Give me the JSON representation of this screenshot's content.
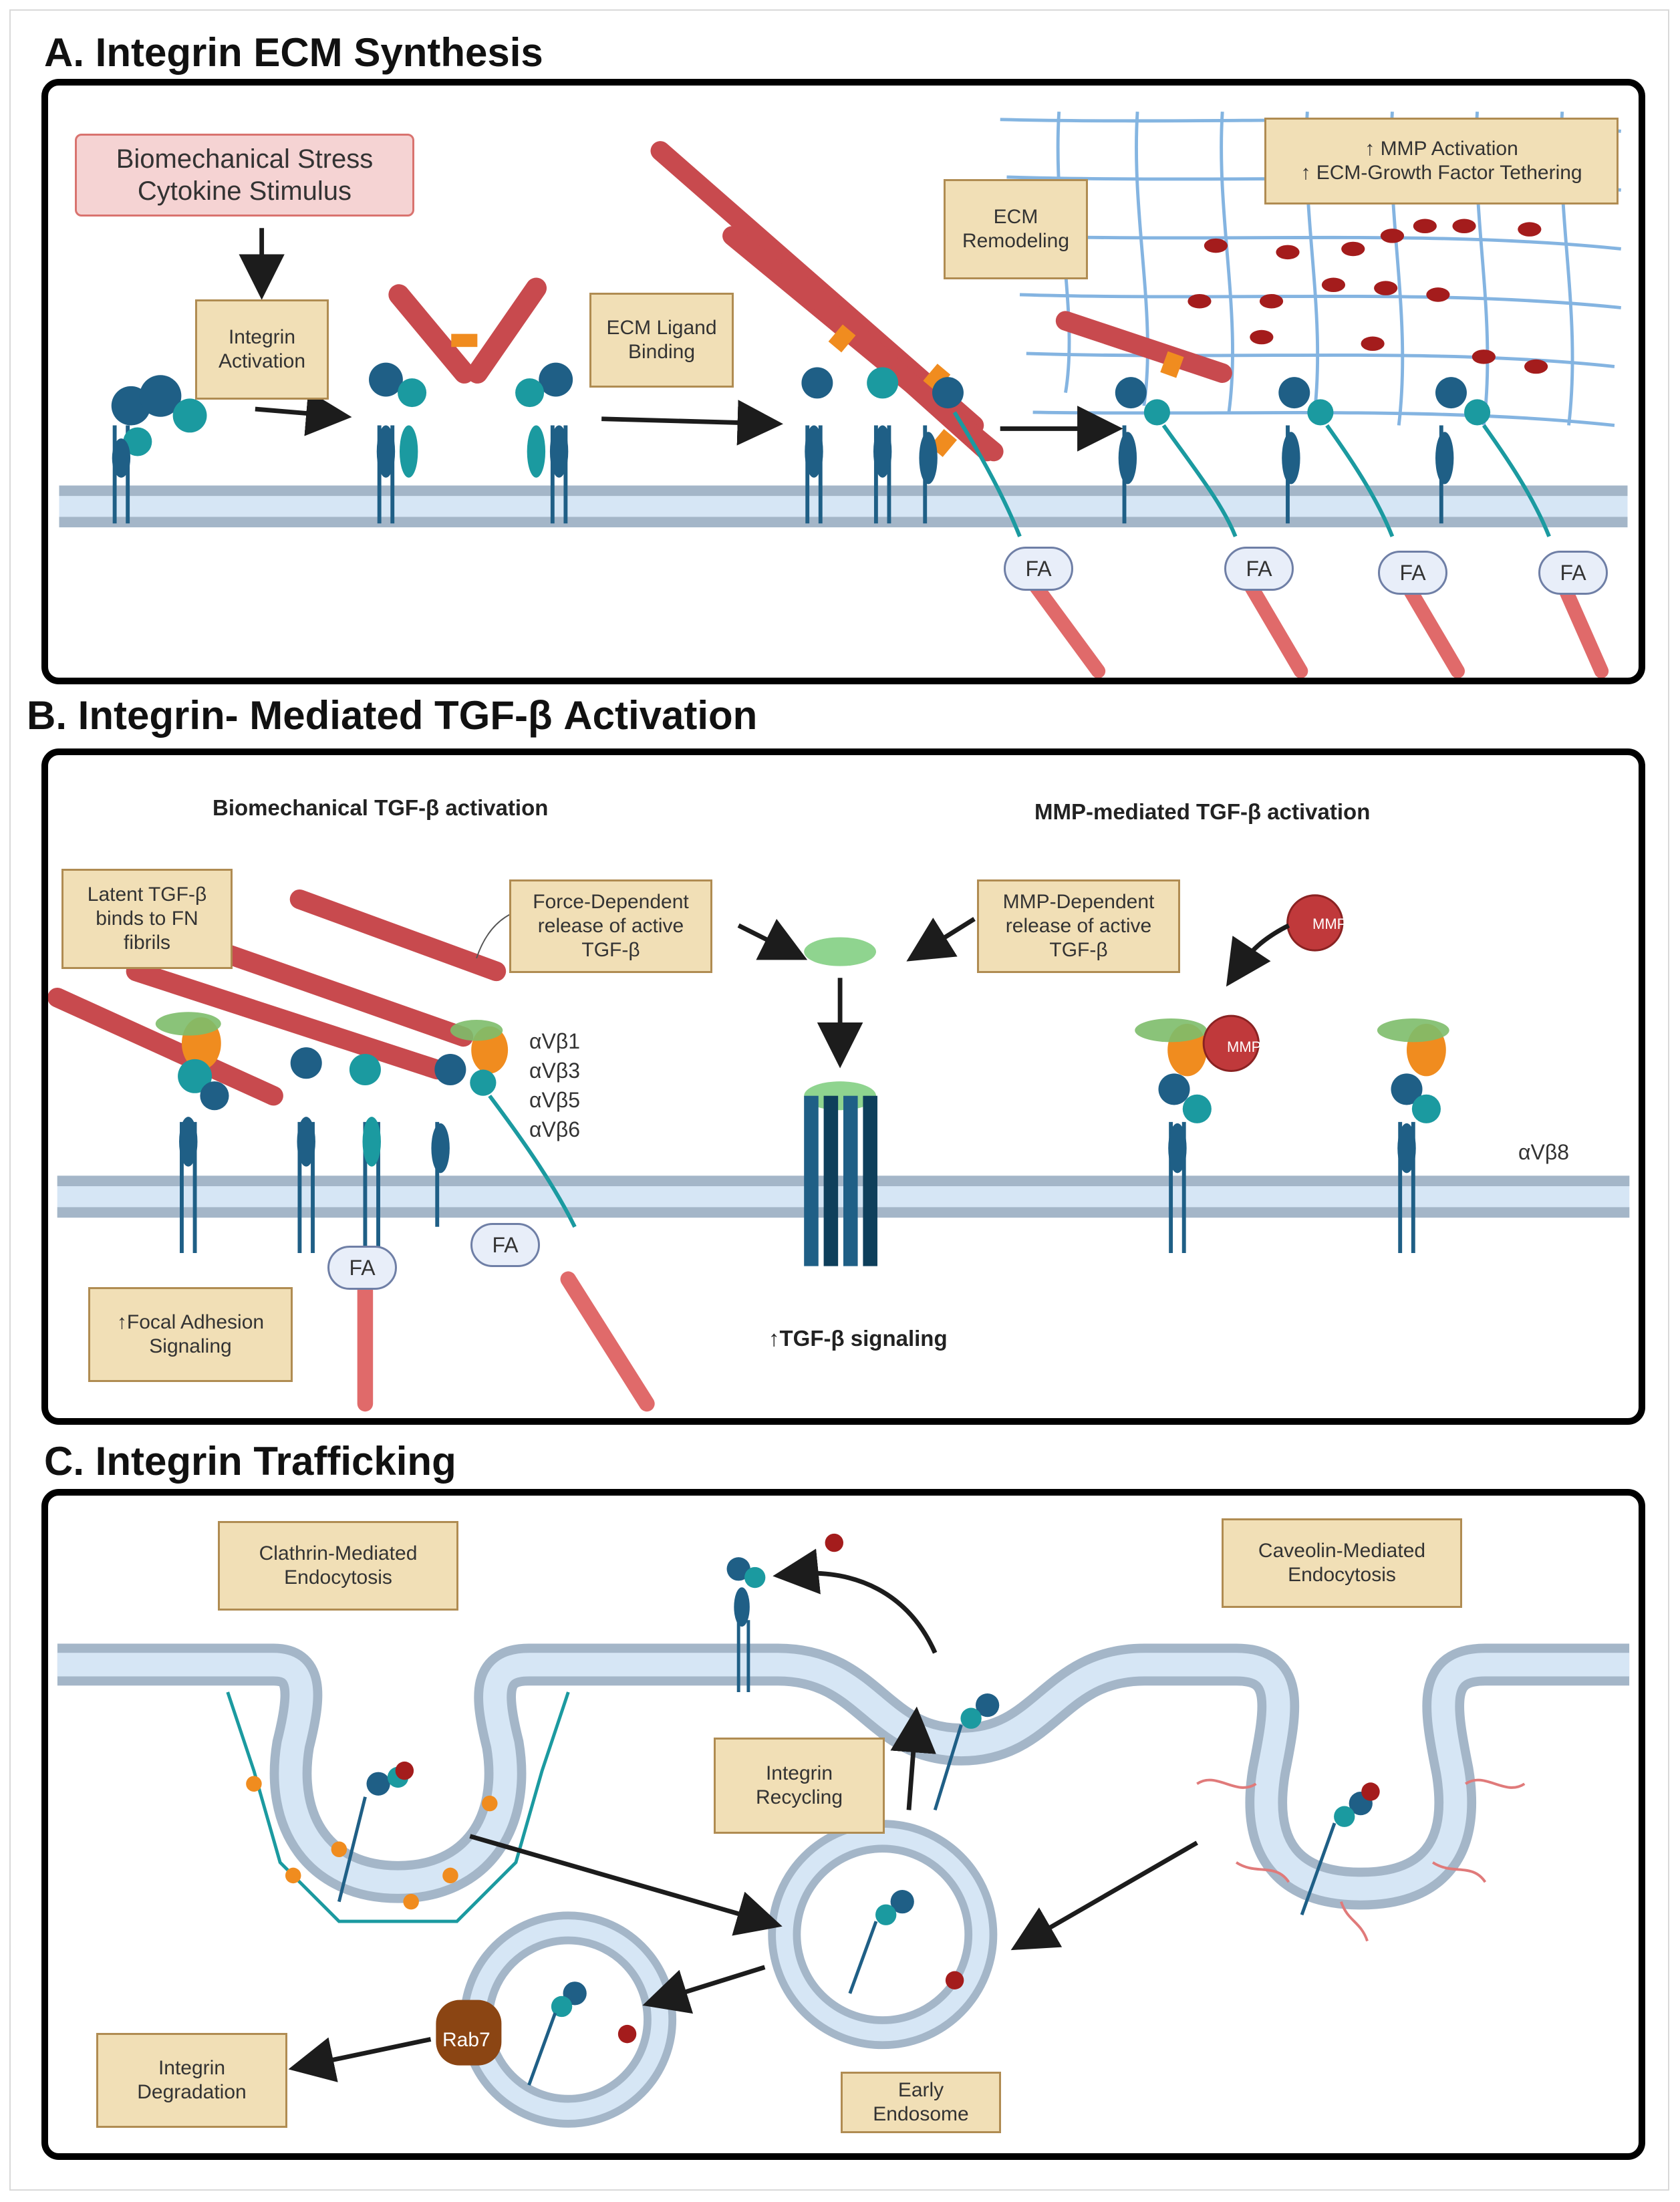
{
  "sections": {
    "a": {
      "title": "A. Integrin ECM Synthesis",
      "stimulus": "Biomechanical Stress\nCytokine Stimulus",
      "box_activation": "Integrin\nActivation",
      "box_ligand": "ECM Ligand\nBinding",
      "box_remodeling": "ECM\nRemodeling",
      "box_mmp": "↑ MMP Activation\n↑ ECM-Growth Factor Tethering",
      "fa_labels": [
        "FA",
        "FA",
        "FA",
        "FA"
      ]
    },
    "b": {
      "title": "B. Integrin- Mediated TGF-β Activation",
      "bio_heading": "Biomechanical TGF-β activation",
      "mmp_heading": "MMP-mediated TGF-β activation",
      "box_latent": "Latent TGF-β\nbinds to FN\nfibrils",
      "box_force": "Force-Dependent\nrelease of active\nTGF-β",
      "box_mmp_dep": "MMP-Dependent\nrelease of active\nTGF-β",
      "box_focal": "↑Focal Adhesion\nSignaling",
      "integrins_list": [
        "αVβ1",
        "αVβ3",
        "αVβ5",
        "αVβ6"
      ],
      "avb8": "αVβ8",
      "signaling": "↑TGF-β signaling",
      "mmp_label": "MMP",
      "mmp_label2": "MMP",
      "fa_labels": [
        "FA",
        "FA"
      ]
    },
    "c": {
      "title": "C. Integrin Trafficking",
      "box_clathrin": "Clathrin-Mediated\nEndocytosis",
      "box_caveolin": "Caveolin-Mediated\nEndocytosis",
      "box_recycling": "Integrin\nRecycling",
      "box_degradation": "Integrin\nDegradation",
      "box_early": "Early\nEndosome",
      "rab7": "Rab7"
    }
  },
  "colors": {
    "membrane_light": "#d6e6f5",
    "membrane_dark": "#a4b6c8",
    "integrin_dark": "#1f5f86",
    "integrin_teal": "#1b9aa0",
    "collagen": "#c84a4e",
    "box_fill": "#f1dfb6",
    "box_border": "#b08c52",
    "arrow": "#1c1c1c"
  }
}
